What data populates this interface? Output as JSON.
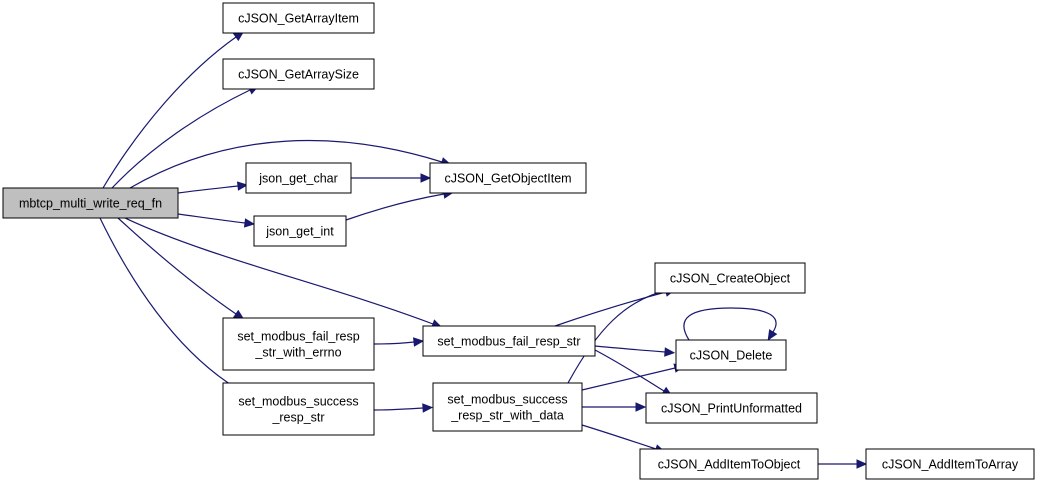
{
  "graph": {
    "nodes": [
      {
        "id": "mbtcp_multi_write_req_fn",
        "lines": [
          "mbtcp_multi_write_req_fn"
        ],
        "root": true
      },
      {
        "id": "cJSON_GetArrayItem",
        "lines": [
          "cJSON_GetArrayItem"
        ]
      },
      {
        "id": "cJSON_GetArraySize",
        "lines": [
          "cJSON_GetArraySize"
        ]
      },
      {
        "id": "json_get_char",
        "lines": [
          "json_get_char"
        ]
      },
      {
        "id": "json_get_int",
        "lines": [
          "json_get_int"
        ]
      },
      {
        "id": "cJSON_GetObjectItem",
        "lines": [
          "cJSON_GetObjectItem"
        ]
      },
      {
        "id": "set_modbus_fail_resp_str_with_errno",
        "lines": [
          "set_modbus_fail_resp",
          "_str_with_errno"
        ]
      },
      {
        "id": "set_modbus_success_resp_str",
        "lines": [
          "set_modbus_success",
          "_resp_str"
        ]
      },
      {
        "id": "set_modbus_fail_resp_str",
        "lines": [
          "set_modbus_fail_resp_str"
        ]
      },
      {
        "id": "set_modbus_success_resp_str_with_data",
        "lines": [
          "set_modbus_success",
          "_resp_str_with_data"
        ]
      },
      {
        "id": "cJSON_CreateObject",
        "lines": [
          "cJSON_CreateObject"
        ]
      },
      {
        "id": "cJSON_Delete",
        "lines": [
          "cJSON_Delete"
        ]
      },
      {
        "id": "cJSON_PrintUnformatted",
        "lines": [
          "cJSON_PrintUnformatted"
        ]
      },
      {
        "id": "cJSON_AddItemToObject",
        "lines": [
          "cJSON_AddItemToObject"
        ]
      },
      {
        "id": "cJSON_AddItemToArray",
        "lines": [
          "cJSON_AddItemToArray"
        ]
      }
    ],
    "edges": [
      {
        "from": "mbtcp_multi_write_req_fn",
        "to": "cJSON_GetArrayItem"
      },
      {
        "from": "mbtcp_multi_write_req_fn",
        "to": "cJSON_GetArraySize"
      },
      {
        "from": "mbtcp_multi_write_req_fn",
        "to": "cJSON_GetObjectItem"
      },
      {
        "from": "mbtcp_multi_write_req_fn",
        "to": "json_get_char"
      },
      {
        "from": "mbtcp_multi_write_req_fn",
        "to": "json_get_int"
      },
      {
        "from": "mbtcp_multi_write_req_fn",
        "to": "set_modbus_fail_resp_str"
      },
      {
        "from": "mbtcp_multi_write_req_fn",
        "to": "set_modbus_fail_resp_str_with_errno"
      },
      {
        "from": "mbtcp_multi_write_req_fn",
        "to": "set_modbus_success_resp_str"
      },
      {
        "from": "json_get_char",
        "to": "cJSON_GetObjectItem"
      },
      {
        "from": "json_get_int",
        "to": "cJSON_GetObjectItem"
      },
      {
        "from": "set_modbus_fail_resp_str_with_errno",
        "to": "set_modbus_fail_resp_str"
      },
      {
        "from": "set_modbus_fail_resp_str",
        "to": "cJSON_CreateObject"
      },
      {
        "from": "set_modbus_fail_resp_str",
        "to": "cJSON_Delete"
      },
      {
        "from": "set_modbus_fail_resp_str",
        "to": "cJSON_PrintUnformatted"
      },
      {
        "from": "set_modbus_success_resp_str",
        "to": "set_modbus_success_resp_str_with_data"
      },
      {
        "from": "set_modbus_success_resp_str_with_data",
        "to": "cJSON_CreateObject"
      },
      {
        "from": "set_modbus_success_resp_str_with_data",
        "to": "cJSON_Delete"
      },
      {
        "from": "set_modbus_success_resp_str_with_data",
        "to": "cJSON_PrintUnformatted"
      },
      {
        "from": "set_modbus_success_resp_str_with_data",
        "to": "cJSON_AddItemToObject"
      },
      {
        "from": "cJSON_Delete",
        "to": "cJSON_Delete"
      },
      {
        "from": "cJSON_AddItemToObject",
        "to": "cJSON_AddItemToArray"
      }
    ],
    "colors": {
      "edge": "#191970",
      "root_fill": "#bfbfbf",
      "node_fill": "#ffffff",
      "node_stroke": "#000000"
    }
  }
}
